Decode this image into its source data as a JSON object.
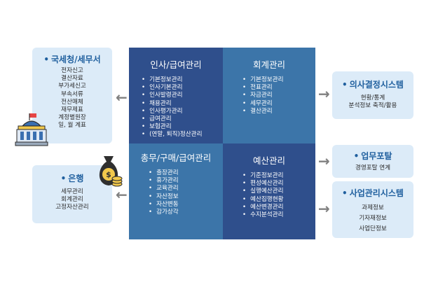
{
  "left_boxes": {
    "tax": {
      "title": "국세청/세무서",
      "items": [
        "전자신고",
        "결산자료",
        "부가세신고",
        "부속서류",
        "전산매체",
        "재무제표",
        "계정별원장",
        "일, 월 계표"
      ]
    },
    "bank": {
      "title": "은행",
      "items": [
        "세무관리",
        "회계관리",
        "고정자산관리"
      ]
    }
  },
  "quadrants": {
    "hr": {
      "title": "인사/급여관리",
      "items": [
        "기본정보관리",
        "인사기본관리",
        "인사발령관리",
        "채용관리",
        "인사평가관리",
        "급여관리",
        "보험관리",
        "(연말, 퇴직)정산관리"
      ]
    },
    "accounting": {
      "title": "회계관리",
      "items": [
        "기본정보관리",
        "전표관리",
        "자금관리",
        "세무관리",
        "결산관리"
      ]
    },
    "general": {
      "title": "총무/구매/급여관리",
      "items": [
        "출장관리",
        "휴가관리",
        "교육관리",
        "자산정보",
        "자산변동",
        "감가상각"
      ]
    },
    "budget": {
      "title": "예산관리",
      "items": [
        "기준정보관리",
        "편성예산관리",
        "실행예산관리",
        "예산집행현황",
        "예산변경관리",
        "수지분석관리"
      ]
    }
  },
  "right_boxes": {
    "decision": {
      "title": "의사결정시스템",
      "items": [
        "현황/통계",
        "분석정보 축적/활용"
      ]
    },
    "portal": {
      "title": "업무포탈",
      "items": [
        "경영포탈 연계"
      ]
    },
    "business": {
      "title": "사업관리시스템",
      "items": [
        "과제정보",
        "기자재정보",
        "사업단정보"
      ]
    }
  },
  "icons": {
    "government": "government-building-icon",
    "money": "money-bag-icon",
    "arrow_left": "arrow-left-icon",
    "arrow_right": "arrow-right-icon"
  },
  "colors": {
    "quad_top_left": "#2f4f8c",
    "quad_top_right": "#3c75a9",
    "quad_bottom_left": "#3c75a9",
    "quad_bottom_right": "#2f4f8c",
    "box_bg": "#dcebf8",
    "box_title": "#1f5f9e"
  }
}
